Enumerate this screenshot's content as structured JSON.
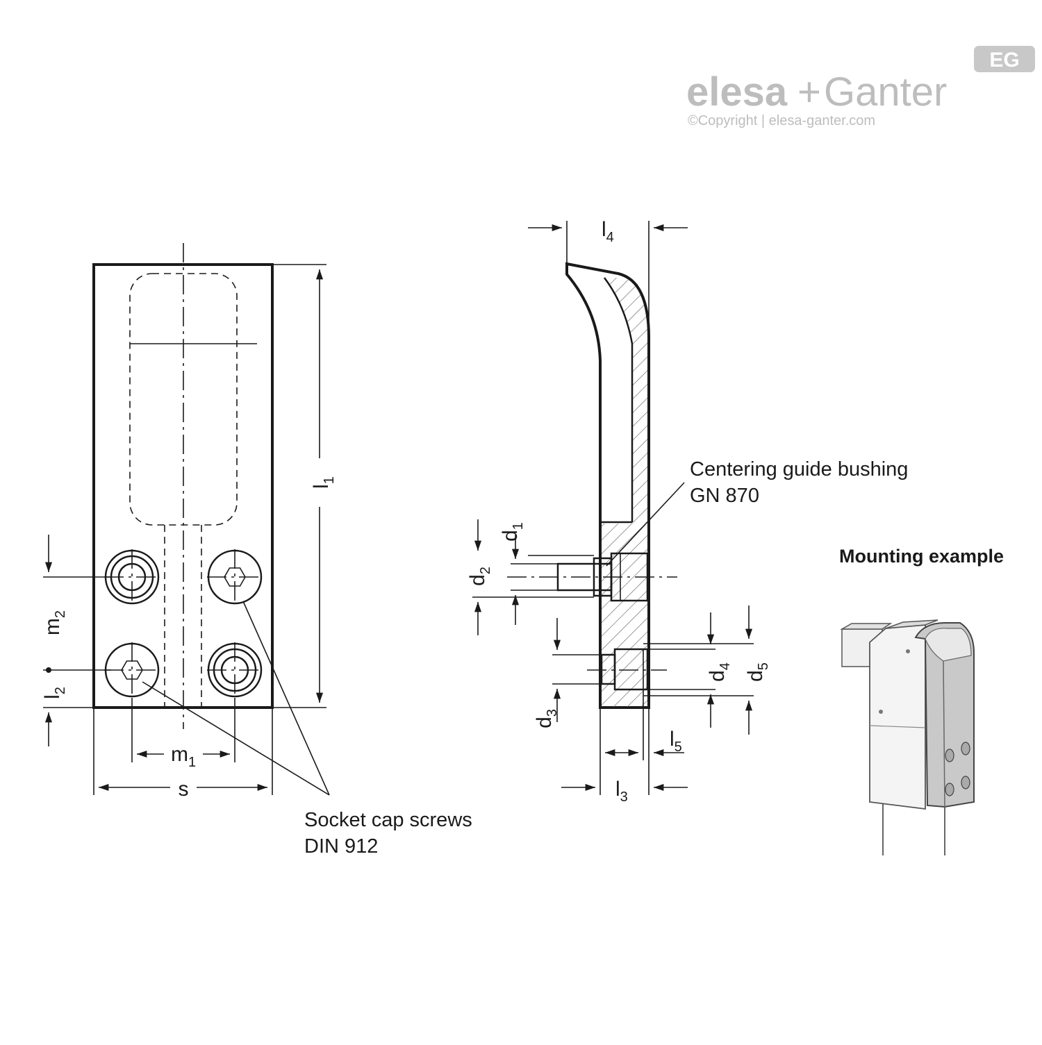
{
  "logo": {
    "badge": "EG",
    "brand_left": "elesa",
    "brand_plus": "+",
    "brand_right": "Ganter",
    "copyright": "©Copyright | elesa-ganter.com"
  },
  "front_view": {
    "l1": {
      "main": "l",
      "sub": "1"
    },
    "l2": {
      "main": "l",
      "sub": "2"
    },
    "m1": {
      "main": "m",
      "sub": "1"
    },
    "m2": {
      "main": "m",
      "sub": "2"
    },
    "s": "s"
  },
  "side_view": {
    "l3": {
      "main": "l",
      "sub": "3"
    },
    "l4": {
      "main": "l",
      "sub": "4"
    },
    "l5": {
      "main": "l",
      "sub": "5"
    },
    "d1": {
      "main": "d",
      "sub": "1"
    },
    "d2": {
      "main": "d",
      "sub": "2"
    },
    "d3": {
      "main": "d",
      "sub": "3"
    },
    "d4": {
      "main": "d",
      "sub": "4"
    },
    "d5": {
      "main": "d",
      "sub": "5"
    }
  },
  "callouts": {
    "socket_line1": "Socket cap screws",
    "socket_line2": "DIN 912",
    "bushing_line1": "Centering guide bushing",
    "bushing_line2": "GN 870"
  },
  "mounting_example": {
    "title": "Mounting example"
  }
}
